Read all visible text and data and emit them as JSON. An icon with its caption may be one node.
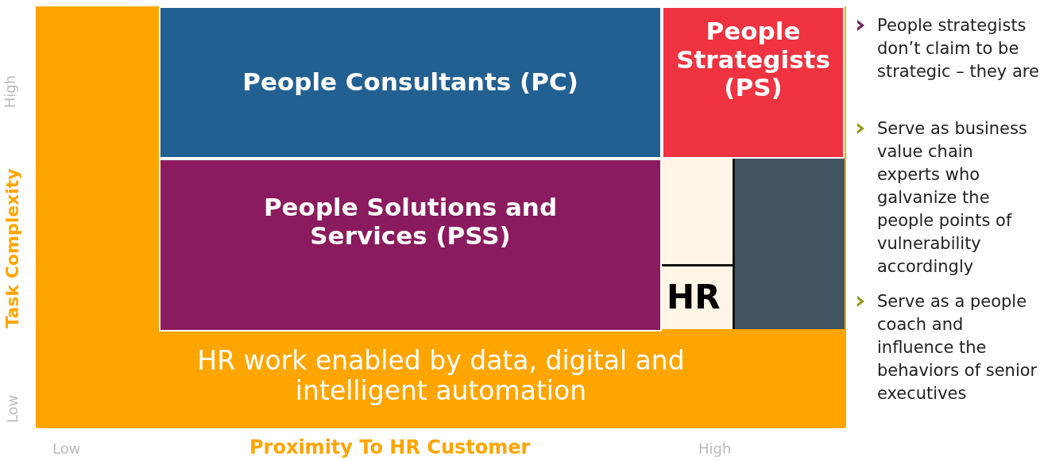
{
  "diagram": {
    "nodes": [
      {
        "text": [
          "HR work enabled by data, digital and intelligent automation"
        ]
      },
      {
        "text": [
          "People Consultants (PC)"
        ],
        "in": 0
      },
      {
        "text": [
          "People Strategists (PS)"
        ],
        "in": 0
      },
      {
        "text": [
          "People Solutions and Services (PSS)"
        ],
        "in": 0
      },
      {
        "text": [],
        "shape": "box",
        "in": 0
      },
      {
        "text": [
          "HR"
        ],
        "in": 0
      },
      {
        "text": [],
        "shape": "box",
        "in": 0
      }
    ],
    "edges": [],
    "labels": [
      "High",
      "Task Complexity",
      "Low",
      "Low",
      "Proximity To HR Customer",
      "High",
      "People strategists don’t claim to be strategic – they are",
      "Serve as business value chain experts who galvanize the people points of vulnerability accordingly",
      "Serve as a people coach and influence the behaviors of senior executives"
    ]
  }
}
